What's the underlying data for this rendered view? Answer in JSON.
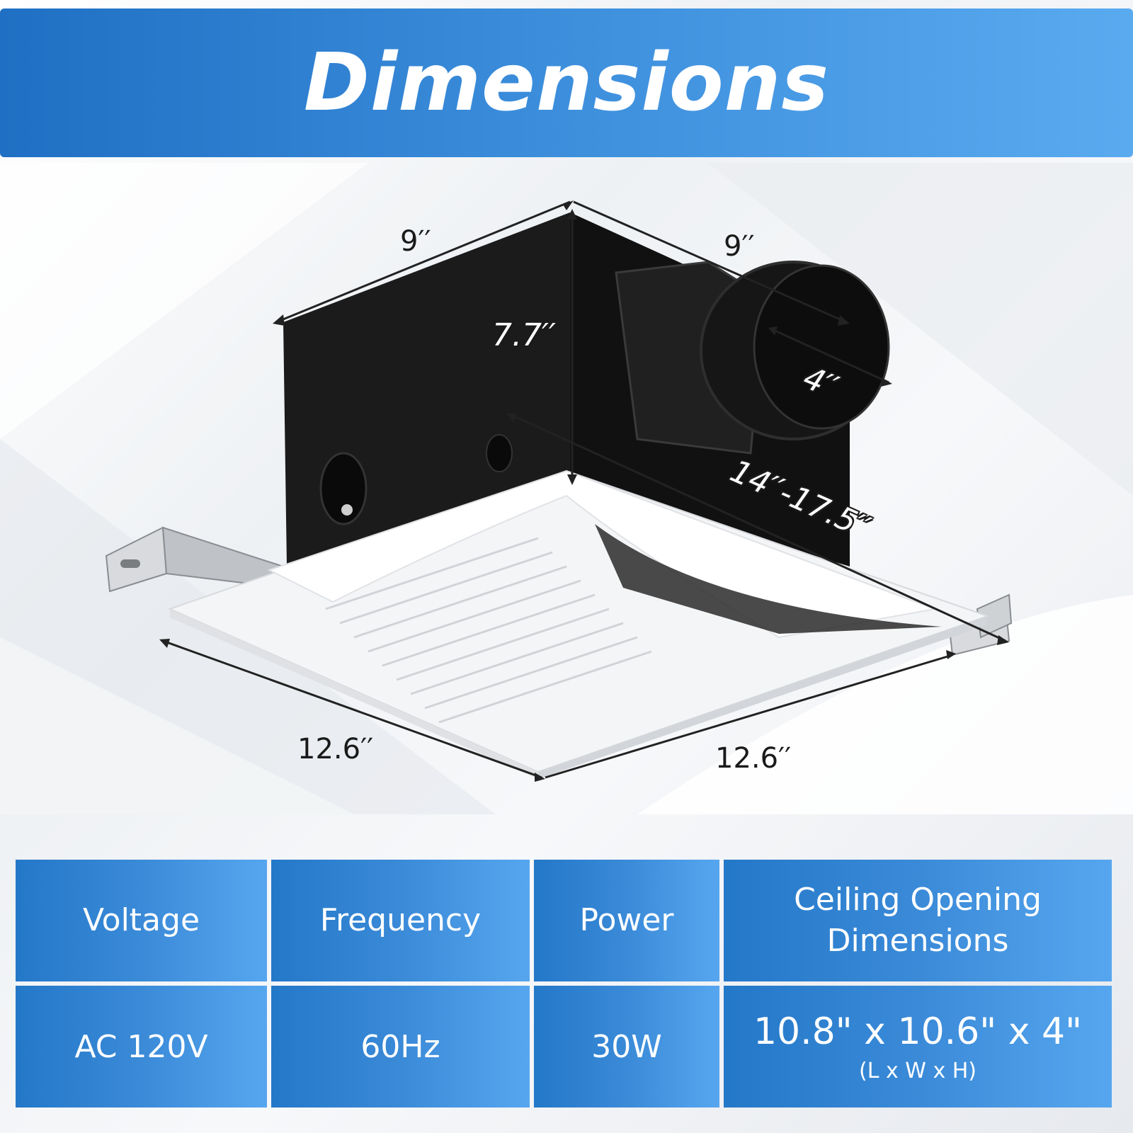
{
  "header": {
    "title": "Dimensions"
  },
  "diagram": {
    "labels": {
      "top_left": "9′′",
      "top_right": "9′′",
      "height": "7.7′′",
      "duct": "4′′",
      "mount_span": "14′′-17.5′′",
      "bottom_left": "12.6′′",
      "bottom_right": "12.6′′"
    }
  },
  "specs": {
    "headers": [
      "Voltage",
      "Frequency",
      "Power",
      "Ceiling Opening Dimensions"
    ],
    "values": [
      "AC 120V",
      "60Hz",
      "30W"
    ],
    "opening_value": "10.8\" x 10.6\" x 4\"",
    "opening_note": "(L x W x H)"
  },
  "colors": {
    "accent": "#2f82d4",
    "accent_light": "#5aaaf0",
    "housing": "#1b1b1b"
  }
}
